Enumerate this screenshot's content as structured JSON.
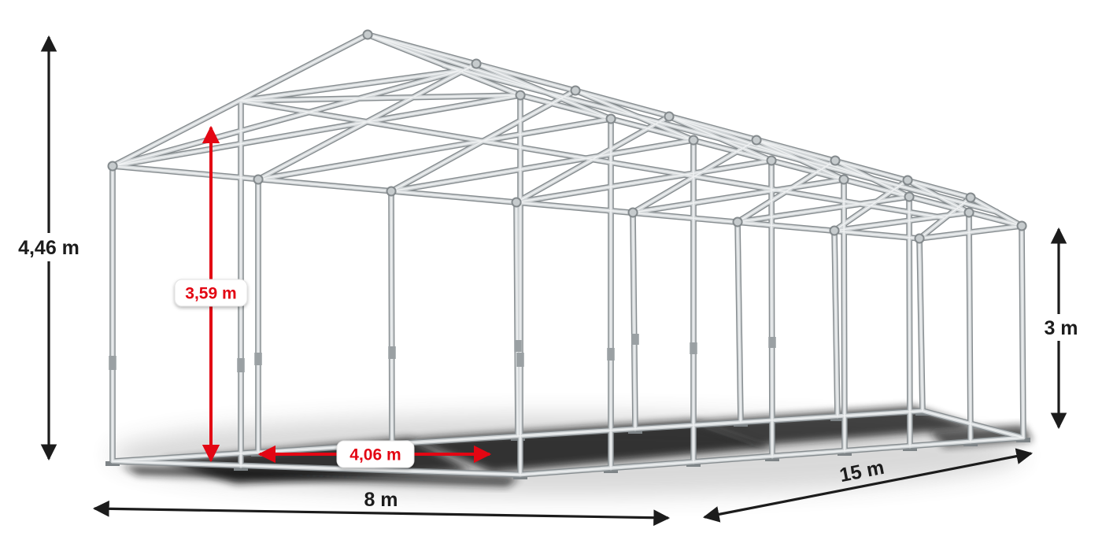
{
  "diagram": {
    "name": "Tent steel frame construction with dimensions",
    "dimensions": {
      "total_height": "4,46 m",
      "entrance_height": "3,59 m",
      "side_height": "3 m",
      "entrance_width": "4,06 m",
      "front_width": "8 m",
      "length": "15 m"
    },
    "colors": {
      "accent_red": "#e30613",
      "dimension_black": "#1c1c1c",
      "tube_light": "#d3d7d9",
      "tube_dark": "#878d90",
      "background": "#ffffff"
    }
  }
}
